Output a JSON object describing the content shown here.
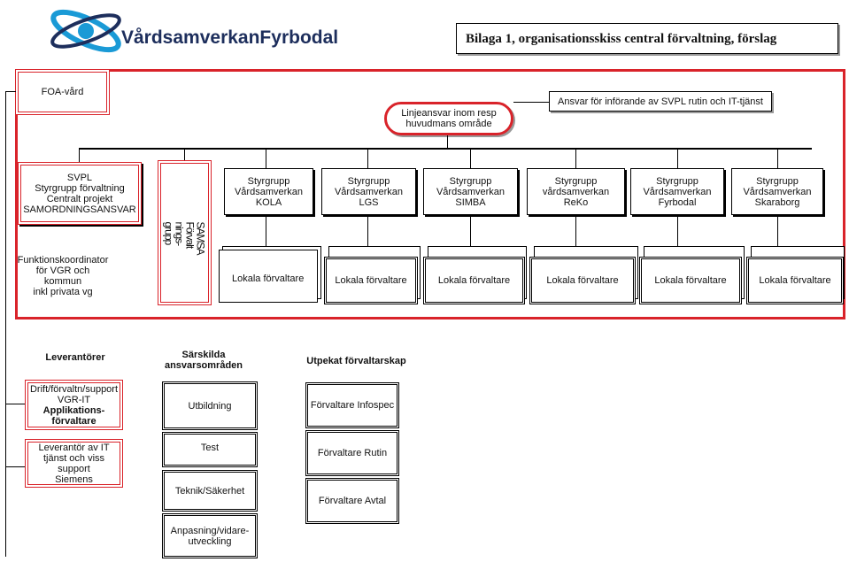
{
  "logo": {
    "brand": "VårdsamverkanFyrbodal"
  },
  "title": "Bilaga 1, organisationsskiss central förvaltning, förslag",
  "foa": "FOA-vård",
  "linjeansvar": "Linjeansvar inom resp\nhuvudmans område",
  "ansvar": "Ansvar för införande av SVPL rutin och IT-tjänst",
  "svpl": "SVPL\nStyrgrupp förvaltning\nCentralt projekt\nSAMORDNINGSANSVAR",
  "samsa": "SAMSA\nFörvalt\nnings-\ngrupp",
  "styrgrupper": [
    "Styrgrupp\nVårdsamverkan\nKOLA",
    "Styrgrupp\nVårdsamverkan LGS",
    "Styrgrupp\nVårdsamverkan\nSIMBA",
    "Styrgrupp\nvårdsamverkan\nReKo",
    "Styrgrupp\nVårdsamverkan\nFyrbodal",
    "Styrgrupp\nVårdsamverkan\nSkaraborg"
  ],
  "funktion": "Funktionskoordinator\nför VGR och kommun\ninkl privata vg",
  "lokala": [
    "Lokala förvaltare",
    "Lokala förvaltare",
    "Lokala förvaltare",
    "Lokala förvaltare",
    "Lokala förvaltare",
    "Lokala förvaltare"
  ],
  "headers": {
    "leverantorer": "Leverantörer",
    "sarskilda": "Särskilda\nansvarsområden",
    "utpekat": "Utpekat förvaltarskap"
  },
  "leverantorer": {
    "drift_plain": "Drift/förvaltn/support\nVGR-IT",
    "drift_bold": "Applikations-\nförvaltare",
    "leverantor": "Leverantör av IT\ntjänst och viss\nsupport\nSiemens"
  },
  "sarskilda": [
    "Utbildning",
    "Test",
    "Teknik/Säkerhet",
    "Anpasning/vidare-\nutveckling"
  ],
  "utpekat": [
    "Förvaltare Infospec",
    "Förvaltare Rutin",
    "Förvaltare Avtal"
  ],
  "colors": {
    "red": "#d9232a",
    "logo_blue": "#1a9ad6",
    "logo_navy": "#1d2e5c"
  }
}
